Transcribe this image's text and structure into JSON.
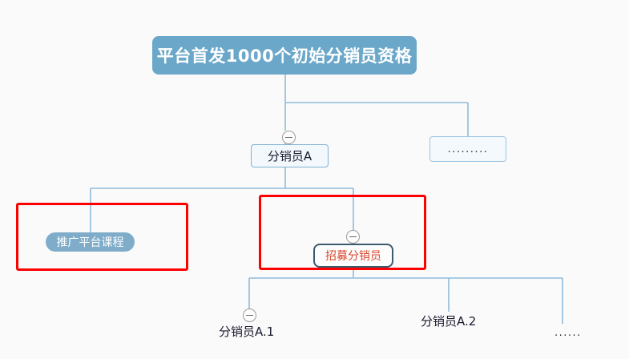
{
  "diagram": {
    "type": "mind-map",
    "background_color": "#fafafa",
    "root": {
      "label": "平台首发1000个初始分销员资格",
      "fill": "#6ba7c9",
      "text_color": "#ffffff"
    },
    "level1": [
      {
        "label": "分销员A",
        "fill": "#f2f8fc",
        "border": "#7fb2d4",
        "collapsible": true
      },
      {
        "label": ".........",
        "fill": "#f4f9fd",
        "border": "#9cc6e2",
        "collapsible": false
      }
    ],
    "level2": [
      {
        "label": "推广平台课程",
        "fill": "#7fadc9",
        "text_color": "#ffffff",
        "shape": "pill",
        "highlighted": true
      },
      {
        "label": "招募分销员",
        "fill": "#fdfdfd",
        "border": "#3b5a70",
        "text_color": "#d9452a",
        "shape": "rounded",
        "collapsible": true,
        "highlighted": true
      }
    ],
    "level3": [
      {
        "label": "分销员A.1",
        "shape": "text",
        "collapsible": true
      },
      {
        "label": "分销员A.2",
        "shape": "text",
        "collapsible": false
      },
      {
        "label": "......",
        "shape": "text",
        "collapsible": false
      }
    ],
    "highlights": [
      {
        "name": "promote-course-highlight",
        "color": "#fe0000"
      },
      {
        "name": "recruit-distributor-highlight",
        "color": "#fe0000"
      }
    ],
    "edge_color": "#8fbcd9",
    "toggle": {
      "glyph": "minus",
      "border": "#9a9a9a",
      "fill": "#fdfdfd"
    }
  }
}
